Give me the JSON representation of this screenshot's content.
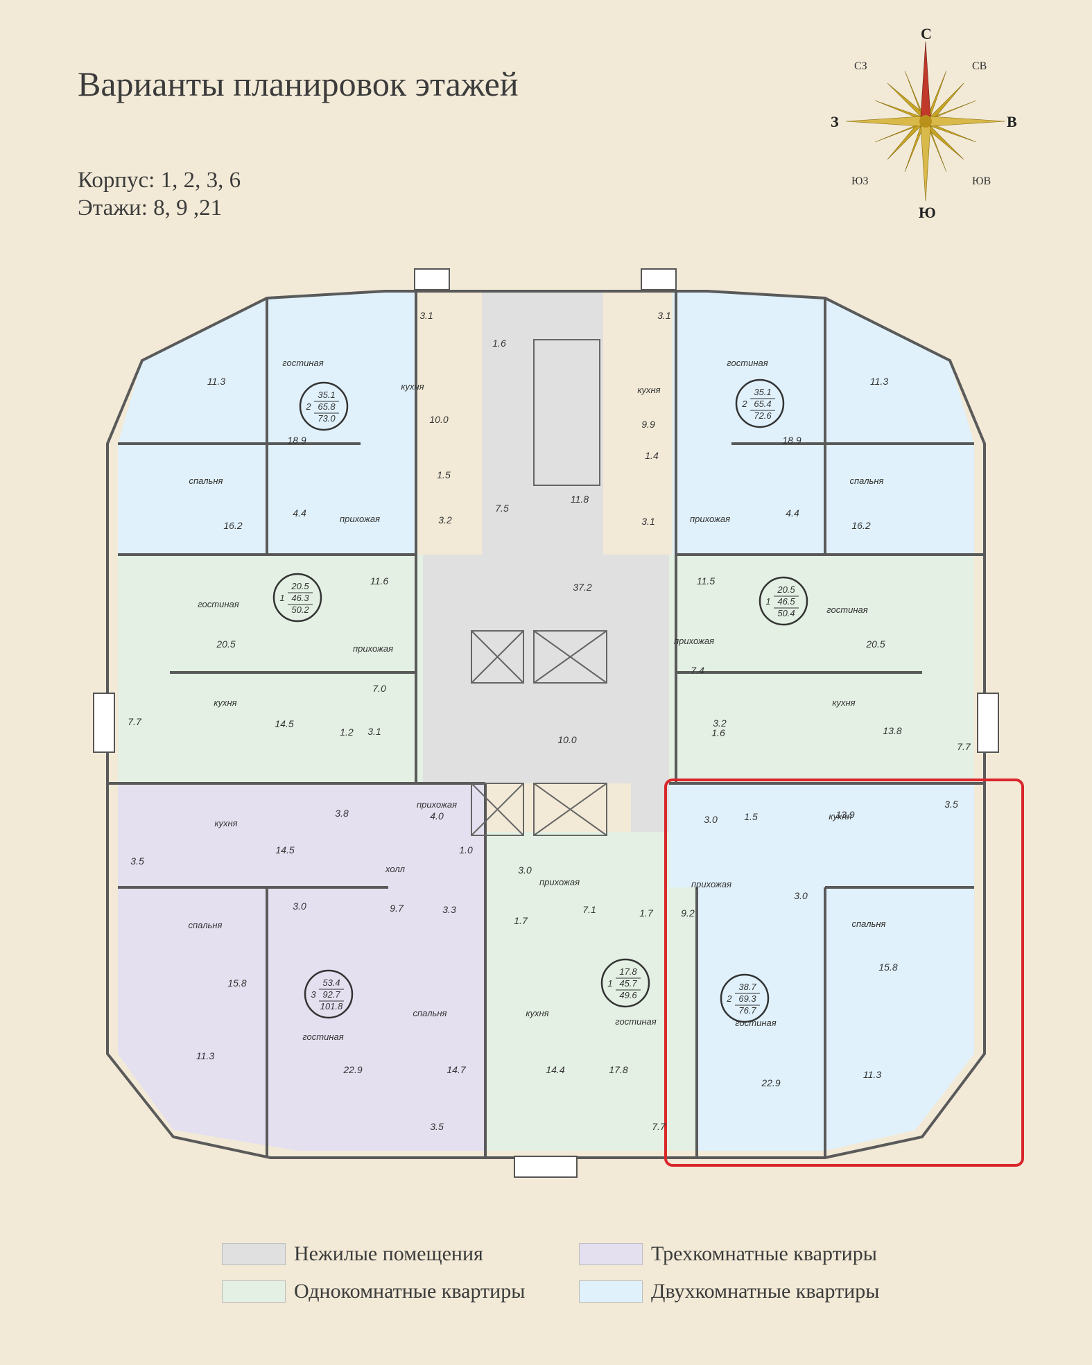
{
  "header": {
    "title": "Варианты планировок этажей",
    "building": "Корпус: 1, 2, 3, 6",
    "floors": "Этажи: 8, 9 ,21"
  },
  "compass": {
    "n": "С",
    "s": "Ю",
    "w": "З",
    "e": "В",
    "nw": "СЗ",
    "ne": "СВ",
    "sw": "ЮЗ",
    "se": "ЮВ"
  },
  "colors": {
    "nonresidential": "#e0e0e0",
    "one_room": "#e3f0e3",
    "two_room": "#e0f1fb",
    "three_room": "#e4e0f0",
    "highlight": "#d9262b"
  },
  "legend": [
    {
      "label": "Нежилые помещения",
      "color": "#e0e0e0"
    },
    {
      "label": "Однокомнатные квартиры",
      "color": "#e3f0e3"
    },
    {
      "label": "Двухкомнатные квартиры",
      "color": "#e0f1fb"
    },
    {
      "label": "Трехкомнатные квартиры",
      "color": "#e4e0f0"
    }
  ],
  "plan": {
    "areas": [
      "11.3",
      "3.1",
      "1.6",
      "3.1",
      "11.3",
      "18.9",
      "10.0",
      "9.9",
      "18.9",
      "16.2",
      "4.4",
      "1.5",
      "3.2",
      "7.5",
      "11.8",
      "3.1",
      "1.4",
      "4.4",
      "16.2",
      "11.6",
      "37.2",
      "11.5",
      "20.5",
      "20.5",
      "7.0",
      "7.4",
      "7.7",
      "14.5",
      "1.2",
      "3.1",
      "10.0",
      "3.2",
      "1.6",
      "13.8",
      "7.7",
      "3.8",
      "4.0",
      "3.0",
      "1.5",
      "13.9",
      "3.5",
      "14.5",
      "1.0",
      "3.0",
      "3.5",
      "3.0",
      "9.7",
      "3.3",
      "1.7",
      "7.1",
      "1.7",
      "9.2",
      "3.0",
      "15.8",
      "15.8",
      "22.9",
      "14.7",
      "14.4",
      "17.8",
      "22.9",
      "11.3",
      "11.3",
      "3.5",
      "7.7"
    ],
    "rooms": [
      "гостиная",
      "кухня",
      "кухня",
      "гостиная",
      "спальня",
      "прихожая",
      "прихожая",
      "спальня",
      "гостиная",
      "гостиная",
      "прихожая",
      "прихожая",
      "кухня",
      "кухня",
      "прихожая",
      "кухня",
      "кухня",
      "холл",
      "прихожая",
      "прихожая",
      "спальня",
      "спальня",
      "спальня",
      "кухня",
      "гостиная",
      "гостиная",
      "гостиная"
    ],
    "badges": [
      {
        "rooms": "2",
        "living": "35.1",
        "useful": "65.8",
        "total": "73.0"
      },
      {
        "rooms": "2",
        "living": "35.1",
        "useful": "65.4",
        "total": "72.6"
      },
      {
        "rooms": "1",
        "living": "20.5",
        "useful": "46.3",
        "total": "50.2"
      },
      {
        "rooms": "1",
        "living": "20.5",
        "useful": "46.5",
        "total": "50.4"
      },
      {
        "rooms": "3",
        "living": "53.4",
        "useful": "92.7",
        "total": "101.8"
      },
      {
        "rooms": "1",
        "living": "17.8",
        "useful": "45.7",
        "total": "49.6"
      },
      {
        "rooms": "2",
        "living": "38.7",
        "useful": "69.3",
        "total": "76.7"
      }
    ]
  }
}
